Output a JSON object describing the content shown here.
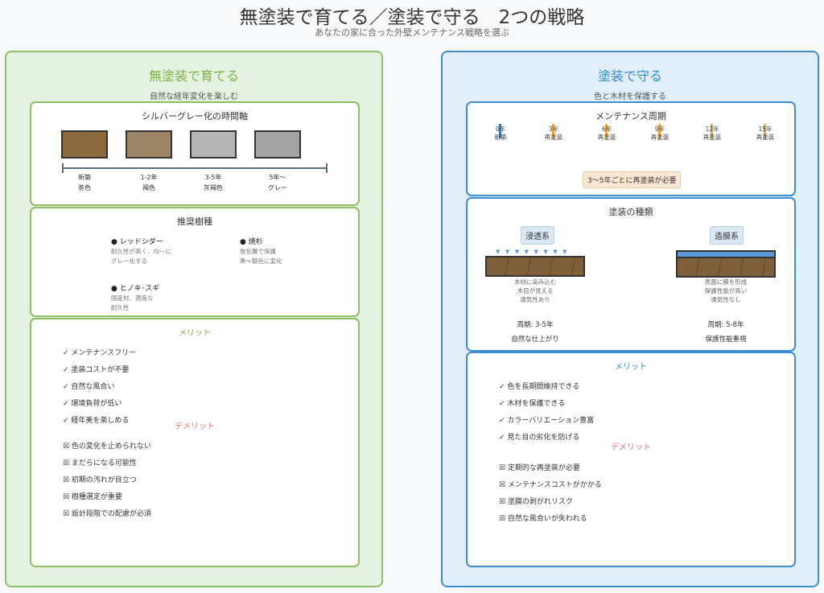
{
  "header": {
    "title": "無塗装で育てる／塗装で守る　2つの戦略",
    "subtitle": "あなたの家に合った外壁メンテナンス戦略を選ぶ"
  },
  "colors": {
    "green": "#7cb342",
    "blue": "#2f8ccf",
    "red": "#e57373",
    "orange": "#f0a830"
  },
  "left": {
    "title": "無塗装で育てる",
    "subtitle": "自然な経年変化を楽しむ",
    "timeline": {
      "title": "シルバーグレー化の時間軸",
      "stages": [
        {
          "period": "新築",
          "color_name": "茶色",
          "color": "#8b6a3e"
        },
        {
          "period": "1-2年",
          "color_name": "褐色",
          "color": "#9b8566"
        },
        {
          "period": "3-5年",
          "color_name": "灰褐色",
          "color": "#b4b4b4"
        },
        {
          "period": "5年〜",
          "color_name": "グレー",
          "color": "#a4a4a4"
        }
      ]
    },
    "species": {
      "title": "推奨樹種",
      "items": [
        {
          "name": "● レッドシダー",
          "desc": [
            "耐久性が高く、均一に",
            "グレー化する"
          ]
        },
        {
          "name": "● 焼杉",
          "desc": [
            "炭化層で保護",
            "黒〜銀色に変化"
          ]
        },
        {
          "name": "● ヒノキ･スギ",
          "desc": [
            "国産材、適度な",
            "耐久性"
          ]
        }
      ]
    },
    "merits_title": "メリット",
    "merits": [
      "✓ メンテナンスフリー",
      "✓ 塗装コストが不要",
      "✓ 自然な風合い",
      "✓ 環境負荷が低い",
      "✓ 経年美を楽しめる"
    ],
    "demerits_title": "デメリット",
    "demerits": [
      "☒ 色の変化を止められない",
      "☒ まだらになる可能性",
      "☒ 初期の汚れが目立つ",
      "☒ 樹種選定が重要",
      "☒ 設計段階での配慮が必須"
    ]
  },
  "right": {
    "title": "塗装で守る",
    "subtitle": "色と木材を保護する",
    "cycle": {
      "title": "メンテナンス周期",
      "ticks": [
        {
          "year": "0年",
          "label": "新築"
        },
        {
          "year": "3年",
          "label": "再塗装"
        },
        {
          "year": "6年",
          "label": "再塗装"
        },
        {
          "year": "9年",
          "label": "再塗装"
        },
        {
          "year": "12年",
          "label": "再塗装"
        },
        {
          "year": "15年",
          "label": "再塗装"
        }
      ],
      "note": "3〜5年ごとに再塗装が必要"
    },
    "types": {
      "title": "塗装の種類",
      "items": [
        {
          "name": "浸透系",
          "desc": [
            "木材に染み込む",
            "木目が見える",
            "通気性あり"
          ],
          "period": "周期: 3-5年",
          "feature": "自然な仕上がり"
        },
        {
          "name": "造膜系",
          "desc": [
            "表面に膜を形成",
            "保護性能が高い",
            "通気性なし"
          ],
          "period": "周期: 5-8年",
          "feature": "保護性能重視"
        }
      ]
    },
    "merits_title": "メリット",
    "merits": [
      "✓ 色を長期間維持できる",
      "✓ 木材を保護できる",
      "✓ カラーバリエーション豊富",
      "✓ 見た目の劣化を防げる"
    ],
    "demerits_title": "デメリット",
    "demerits": [
      "☒ 定期的な再塗装が必要",
      "☒ メンテナンスコストがかかる",
      "☒ 塗膜の剥がれリスク",
      "☒ 自然な風合いが失われる"
    ]
  }
}
